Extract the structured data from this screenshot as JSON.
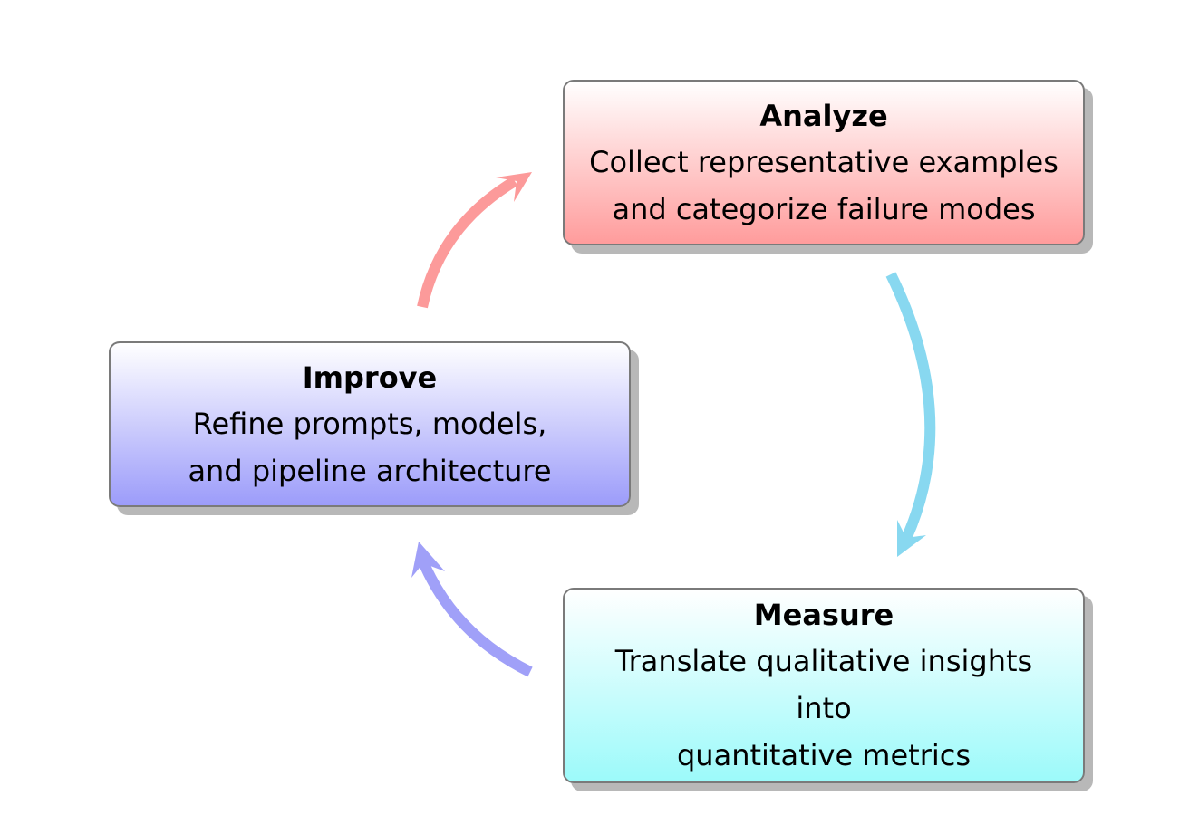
{
  "nodes": {
    "analyze": {
      "title": "Analyze",
      "lines": [
        "Collect representative examples",
        "and categorize failure modes"
      ],
      "color": "#ff9c9c"
    },
    "measure": {
      "title": "Measure",
      "lines": [
        "Translate qualitative insights",
        "into",
        "quantitative metrics"
      ],
      "color": "#9cfafa"
    },
    "improve": {
      "title": "Improve",
      "lines": [
        "Refine prompts, models,",
        "and pipeline architecture"
      ],
      "color": "#9c9cfa"
    }
  },
  "arrows": [
    {
      "from": "analyze",
      "to": "measure",
      "color": "#88d8f0"
    },
    {
      "from": "measure",
      "to": "improve",
      "color": "#a0a0f8"
    },
    {
      "from": "improve",
      "to": "analyze",
      "color": "#fc9a9a"
    }
  ]
}
